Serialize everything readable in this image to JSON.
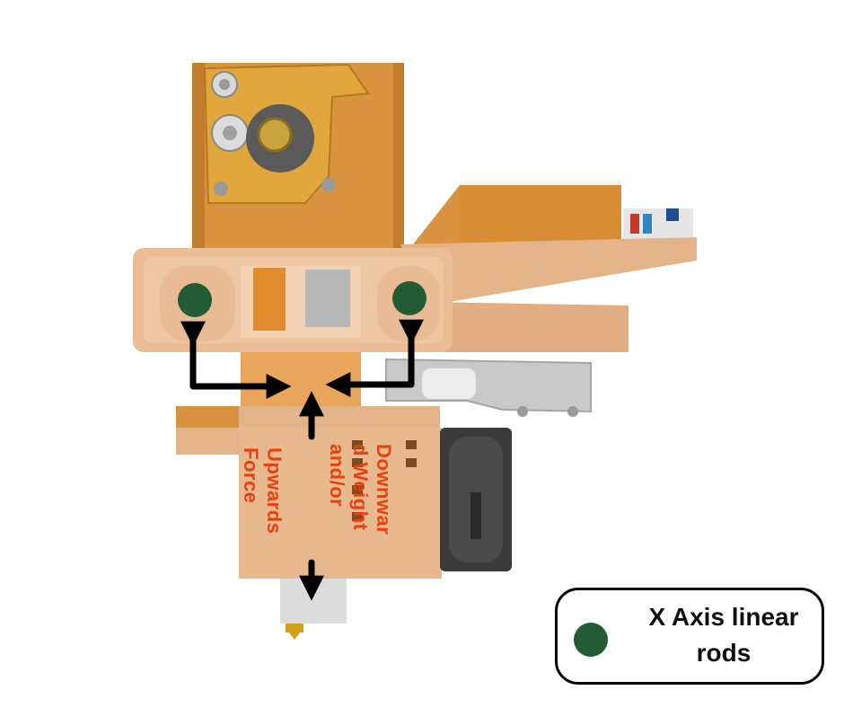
{
  "labels": {
    "downward": "Downwar\nd Weight\nand/or",
    "upward": "Upwards\nForce"
  },
  "legend": {
    "text": "X Axis linear rods",
    "dot_color": "#235b34"
  },
  "colors": {
    "label_red": "#e8410f",
    "arrow": "#000000",
    "rod": "#235b34",
    "frame_peach": "#e8b88f",
    "frame_orange": "#d9923f",
    "extruder_yellow": "#e2a73c",
    "fan_dark": "#3b3b3b",
    "bracket_gray": "#c9c9c9"
  }
}
